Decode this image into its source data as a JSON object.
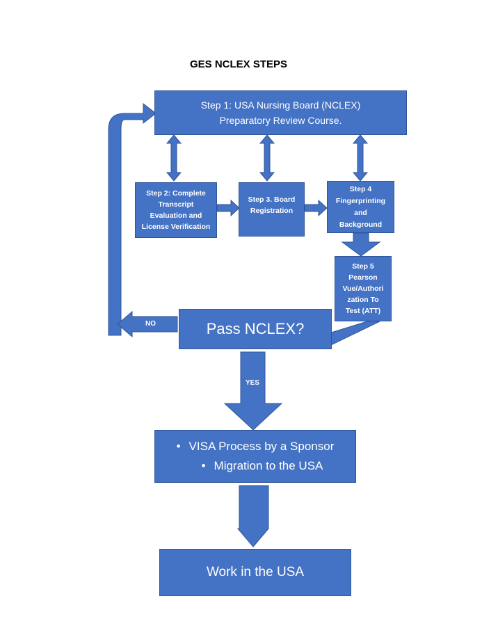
{
  "title": "GES NCLEX STEPS",
  "step1": {
    "line1": "Step 1:  USA Nursing Board (NCLEX)",
    "line2": "Preparatory Review Course."
  },
  "step2": {
    "lines": [
      "Step 2: Complete",
      "Transcript",
      "Evaluation and",
      "License Verification"
    ]
  },
  "step3": {
    "lines": [
      "Step 3. Board",
      "Registration"
    ]
  },
  "step4": {
    "lines": [
      "Step 4",
      "Fingerprinting",
      "and",
      "Background"
    ]
  },
  "step5": {
    "lines": [
      "Step 5",
      "Pearson",
      "Vue/Authori",
      "zation To",
      "Test (ATT)"
    ]
  },
  "decision": {
    "label": "Pass NCLEX?",
    "no": "NO",
    "yes": "YES"
  },
  "visa": {
    "items": [
      "VISA Process by a Sponsor",
      "Migration to the USA"
    ]
  },
  "work": {
    "label": "Work in the USA"
  },
  "colors": {
    "box": "#4472c4",
    "border": "#2f5597",
    "text": "#ffffff"
  }
}
